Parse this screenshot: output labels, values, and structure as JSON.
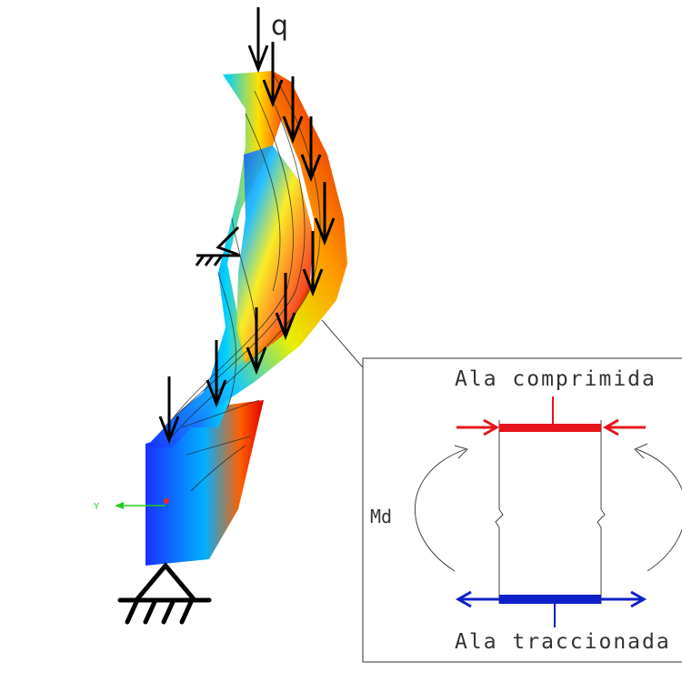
{
  "labels": {
    "load": "q",
    "moment": "Md",
    "top_flange": "Ala comprimida",
    "bottom_flange": "Ala traccionada",
    "axis_y": "Y"
  },
  "colors": {
    "compression": "#e8141c",
    "tension": "#1020c8",
    "axis": "#22cc22",
    "lines": "#333333"
  }
}
